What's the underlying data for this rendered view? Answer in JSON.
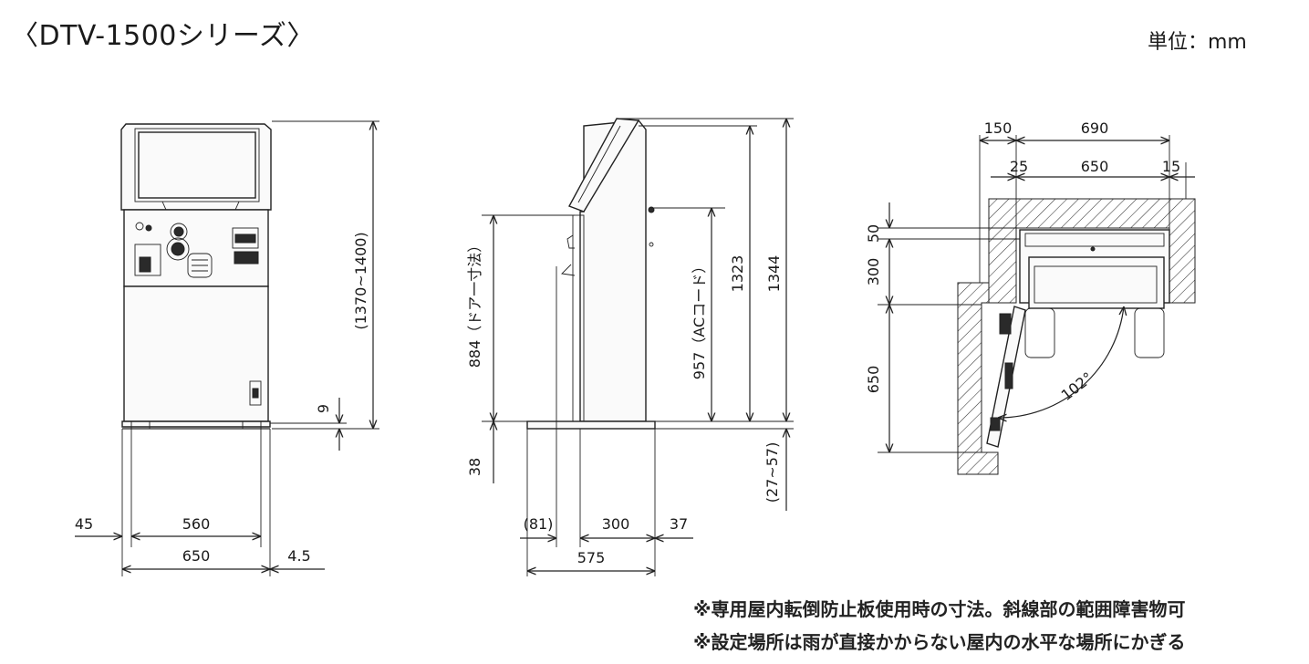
{
  "header": {
    "title": "〈DTV-1500シリーズ〉",
    "unit": "単位：mm"
  },
  "front_view": {
    "height": "(1370~1400)",
    "floor_gap": "9",
    "left_margin": "45",
    "width_inner": "560",
    "width_total": "650",
    "right_margin": "4.5"
  },
  "side_view": {
    "door_height": "884（ドア一寸法）",
    "base_height": "38",
    "ac_cord_height": "957（ACコード）",
    "height_1323": "1323",
    "height_1344": "1344",
    "adjuster": "(27~57)",
    "front_overhang": "(81)",
    "base_depth": "300",
    "rear_margin": "37",
    "total_depth": "575"
  },
  "top_view": {
    "offset_150": "150",
    "width_690": "690",
    "side_25": "25",
    "width_650": "650",
    "side_15": "15",
    "depth_50": "50",
    "depth_300": "300",
    "depth_650": "650",
    "door_angle": "102°"
  },
  "notes": [
    "※専用屋内転倒防止板使用時の寸法。斜線部の範囲障害物可",
    "※設定場所は雨が直接かからない屋内の水平な場所にかぎる"
  ],
  "colors": {
    "line": "#222222",
    "background": "#ffffff"
  }
}
